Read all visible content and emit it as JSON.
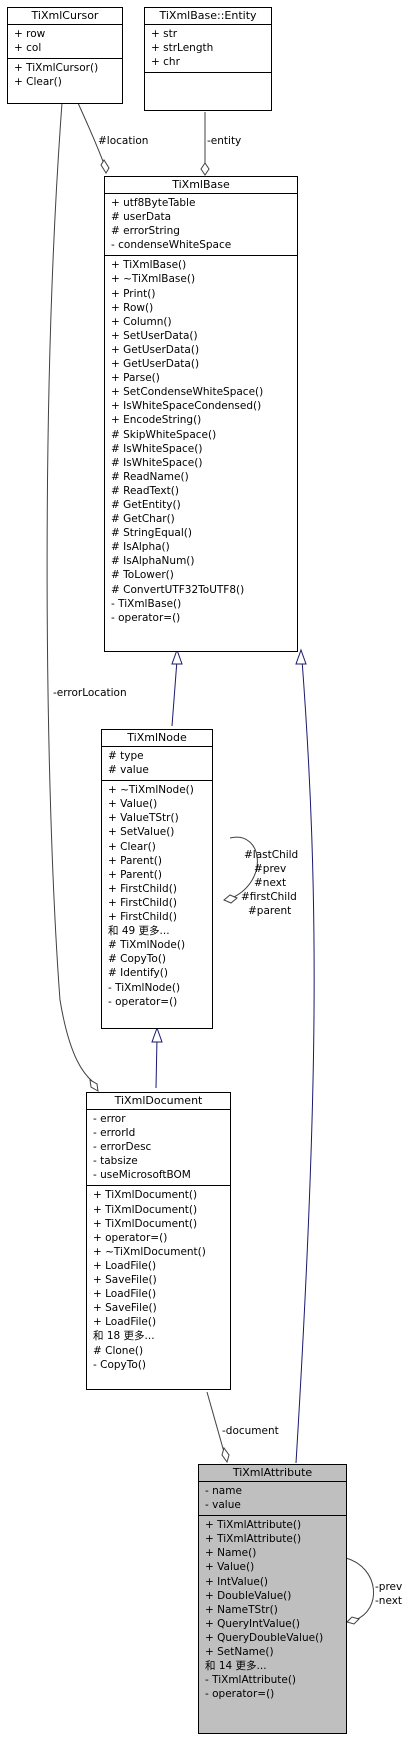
{
  "classes": {
    "cursor": {
      "name": "TiXmlCursor",
      "attrs": [
        "+ row",
        "+ col"
      ],
      "methods": [
        "+ TiXmlCursor()",
        "+ Clear()"
      ]
    },
    "entity": {
      "name": "TiXmlBase::Entity",
      "attrs": [
        "+ str",
        "+ strLength",
        "+ chr"
      ],
      "methods": []
    },
    "base": {
      "name": "TiXmlBase",
      "attrs": [
        "+ utf8ByteTable",
        "# userData",
        "# errorString",
        "- condenseWhiteSpace"
      ],
      "methods": [
        "+ TiXmlBase()",
        "+ ~TiXmlBase()",
        "+ Print()",
        "+ Row()",
        "+ Column()",
        "+ SetUserData()",
        "+ GetUserData()",
        "+ GetUserData()",
        "+ Parse()",
        "+ SetCondenseWhiteSpace()",
        "+ IsWhiteSpaceCondensed()",
        "+ EncodeString()",
        "# SkipWhiteSpace()",
        "# IsWhiteSpace()",
        "# IsWhiteSpace()",
        "# ReadName()",
        "# ReadText()",
        "# GetEntity()",
        "# GetChar()",
        "# StringEqual()",
        "# IsAlpha()",
        "# IsAlphaNum()",
        "# ToLower()",
        "# ConvertUTF32ToUTF8()",
        "- TiXmlBase()",
        "- operator=()"
      ]
    },
    "node": {
      "name": "TiXmlNode",
      "attrs": [
        "# type",
        "# value"
      ],
      "methods": [
        "+ ~TiXmlNode()",
        "+ Value()",
        "+ ValueTStr()",
        "+ SetValue()",
        "+ Clear()",
        "+ Parent()",
        "+ Parent()",
        "+ FirstChild()",
        "+ FirstChild()",
        "+ FirstChild()",
        "和 49 更多...",
        "# TiXmlNode()",
        "# CopyTo()",
        "# Identify()",
        "- TiXmlNode()",
        "- operator=()"
      ]
    },
    "document": {
      "name": "TiXmlDocument",
      "attrs": [
        "- error",
        "- errorId",
        "- errorDesc",
        "- tabsize",
        "- useMicrosoftBOM"
      ],
      "methods": [
        "+ TiXmlDocument()",
        "+ TiXmlDocument()",
        "+ TiXmlDocument()",
        "+ operator=()",
        "+ ~TiXmlDocument()",
        "+ LoadFile()",
        "+ SaveFile()",
        "+ LoadFile()",
        "+ SaveFile()",
        "+ LoadFile()",
        "和 18 更多...",
        "# Clone()",
        "- CopyTo()"
      ]
    },
    "attribute": {
      "name": "TiXmlAttribute",
      "attrs": [
        "- name",
        "- value"
      ],
      "methods": [
        "+ TiXmlAttribute()",
        "+ TiXmlAttribute()",
        "+ Name()",
        "+ Value()",
        "+ IntValue()",
        "+ DoubleValue()",
        "+ NameTStr()",
        "+ QueryIntValue()",
        "+ QueryDoubleValue()",
        "+ SetName()",
        "和 14 更多...",
        "- TiXmlAttribute()",
        "- operator=()"
      ]
    }
  },
  "edge_labels": {
    "location": "#location",
    "entity": "-entity",
    "error_location": "-errorLocation",
    "node_self": [
      "#lastChild",
      "#prev",
      "#next",
      "#firstChild",
      "#parent"
    ],
    "document": "-document",
    "attr_self": [
      "-prev",
      "-next"
    ]
  },
  "colors": {
    "inheritance": "#191970",
    "association": "#404040",
    "focus_fill": "#bfbfbf"
  }
}
